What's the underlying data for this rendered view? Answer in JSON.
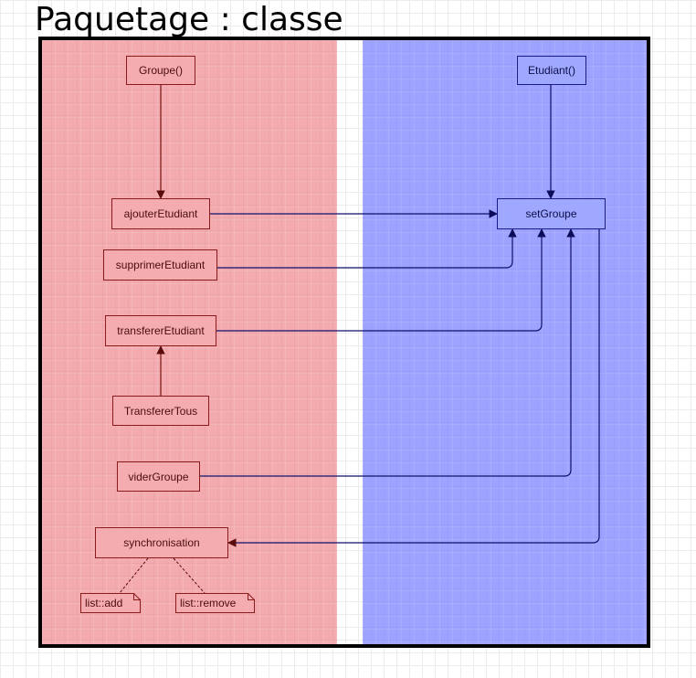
{
  "title": "Paquetage : classe",
  "colors": {
    "red_stroke": "#7a1010",
    "blue_stroke": "#10106a",
    "left_lane": "#f0a6aa",
    "right_lane": "#9da2ff"
  },
  "nodes": {
    "groupe": "Groupe()",
    "ajouter": "ajouterEtudiant",
    "supprimer": "supprimerEtudiant",
    "transferer": "transfererEtudiant",
    "transfererTous": "TransfererTous",
    "vider": "viderGroupe",
    "synchro": "synchronisation",
    "etudiant": "Etudiant()",
    "setGroupe": "setGroupe"
  },
  "notes": {
    "add": "list::add",
    "remove": "list::remove"
  }
}
